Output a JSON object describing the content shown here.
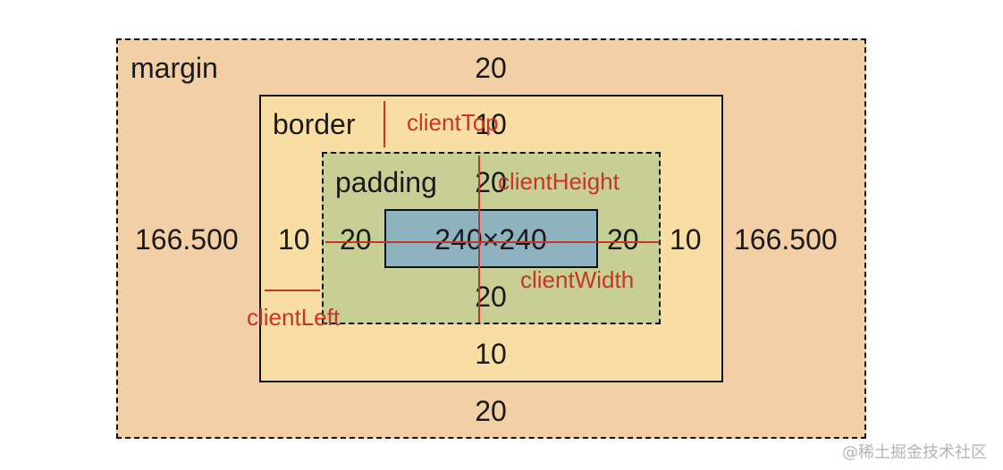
{
  "margin": {
    "label": "margin",
    "top": "20",
    "bottom": "20",
    "left": "166.500",
    "right": "166.500"
  },
  "border": {
    "label": "border",
    "top": "10",
    "bottom": "10",
    "left": "10",
    "right": "10"
  },
  "padding": {
    "label": "padding",
    "top": "20",
    "bottom": "20",
    "left": "20",
    "right": "20"
  },
  "content": {
    "size": "240×240"
  },
  "annotations": {
    "client_top": "clientTop",
    "client_height": "clientHeight",
    "client_width": "clientWidth",
    "client_left": "clientLeft"
  },
  "colors": {
    "margin": "#f3cfa6",
    "border": "#f8dea3",
    "padding": "#c7cf95",
    "content": "#8fb2c1",
    "annotation": "#c8342a"
  },
  "watermark": "@稀土掘金技术社区"
}
